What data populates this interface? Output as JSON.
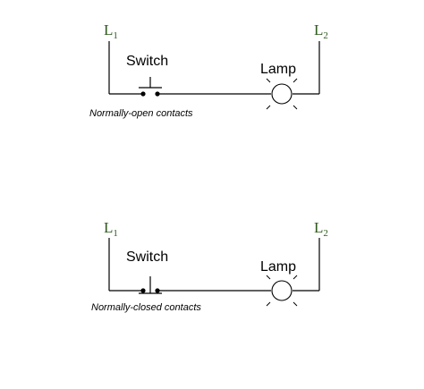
{
  "colors": {
    "line": "#000000",
    "line_label": "#2e5a1c",
    "background": "#ffffff"
  },
  "diagrams": [
    {
      "line1": {
        "letter": "L",
        "sub": "1"
      },
      "line2": {
        "letter": "L",
        "sub": "2"
      },
      "switch_label": "Switch",
      "lamp_label": "Lamp",
      "caption": "Normally-open contacts",
      "contact_state": "normally-open"
    },
    {
      "line1": {
        "letter": "L",
        "sub": "1"
      },
      "line2": {
        "letter": "L",
        "sub": "2"
      },
      "switch_label": "Switch",
      "lamp_label": "Lamp",
      "caption": "Normally-closed contacts",
      "contact_state": "normally-closed"
    }
  ]
}
